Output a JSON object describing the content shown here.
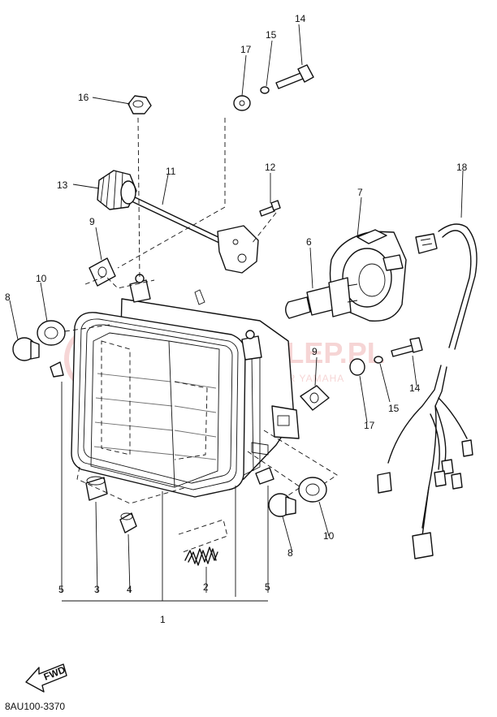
{
  "diagram_code": "8AU100-3370",
  "fwd_label": "FWD",
  "watermark": {
    "main": "MOTOSKLEP.PL",
    "sub": "WYBIERZ CZĘŚCI DEALER YAMAHA"
  },
  "callouts": {
    "c1": "1",
    "c2": "2",
    "c3": "3",
    "c4": "4",
    "c5a": "5",
    "c5b": "5",
    "c6": "6",
    "c7": "7",
    "c8a": "8",
    "c8b": "8",
    "c9a": "9",
    "c9b": "9",
    "c10a": "10",
    "c10b": "10",
    "c11": "11",
    "c12": "12",
    "c13": "13",
    "c14a": "14",
    "c14b": "14",
    "c15a": "15",
    "c15b": "15",
    "c16": "16",
    "c17a": "17",
    "c17b": "17",
    "c18": "18"
  },
  "colors": {
    "line": "#111111",
    "watermark": "#e06a6a",
    "background": "#ffffff"
  }
}
